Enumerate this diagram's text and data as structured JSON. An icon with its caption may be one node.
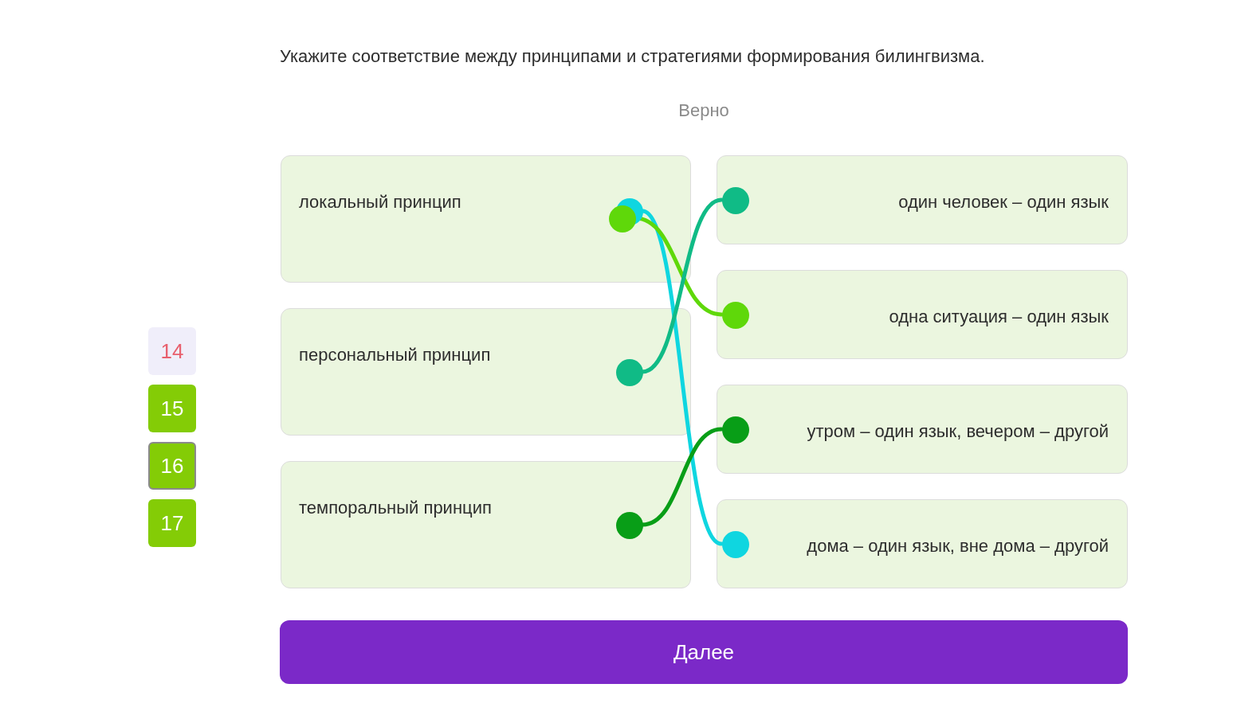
{
  "diagram": {
    "title": "Укажите соответствие между принципами и стратегиями формирования билингвизма.",
    "nodes": [
      {
        "text": [
          "локальный принцип"
        ]
      },
      {
        "text": [],
        "shape": "circle",
        "in": 0
      },
      {
        "text": [],
        "shape": "circle",
        "in": 0
      },
      {
        "text": [
          "персональный принцип"
        ]
      },
      {
        "text": [],
        "shape": "circle",
        "in": 3
      },
      {
        "text": [
          "темпоральный принцип"
        ]
      },
      {
        "text": [],
        "shape": "circle",
        "in": 5
      },
      {
        "text": [
          "один человек – один язык"
        ]
      },
      {
        "text": [],
        "shape": "circle",
        "in": 7
      },
      {
        "text": [
          "одна ситуация – один язык"
        ]
      },
      {
        "text": [],
        "shape": "circle",
        "in": 9
      },
      {
        "text": [
          "утром – один язык, вечером – другой"
        ]
      },
      {
        "text": [],
        "shape": "circle",
        "in": 11
      },
      {
        "text": [
          "дома – один язык, вне дома – другой"
        ]
      },
      {
        "text": [],
        "shape": "circle",
        "in": 13
      }
    ],
    "edges": [
      {
        "from": 1,
        "to": 14,
        "arrow": "none",
        "color": "#0fd6e0"
      },
      {
        "from": 2,
        "to": 10,
        "arrow": "none",
        "color": "#5fd80a"
      },
      {
        "from": 4,
        "to": 8,
        "arrow": "none",
        "color": "#10bb86"
      },
      {
        "from": 6,
        "to": 12,
        "arrow": "none",
        "color": "#089e17"
      }
    ],
    "labels": [
      "Верно",
      "14",
      "15",
      "16",
      "17",
      "Далее"
    ]
  }
}
